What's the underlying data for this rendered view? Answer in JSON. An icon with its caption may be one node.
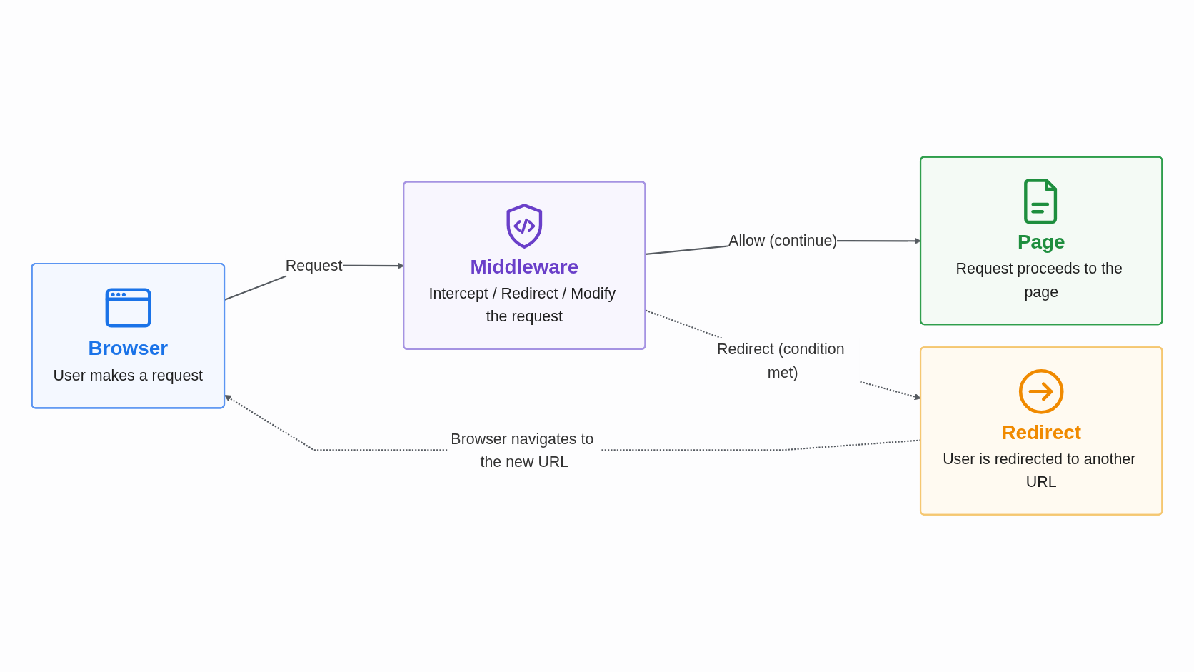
{
  "diagram": {
    "nodes": [
      {
        "text": [
          "Browser",
          "User makes a request"
        ]
      },
      {
        "text": [
          "Middleware",
          "Intercept / Redirect / Modify the request"
        ]
      },
      {
        "text": [
          "Page",
          "Request proceeds to the page"
        ]
      },
      {
        "text": [
          "Redirect",
          "User is redirected to another URL"
        ]
      }
    ],
    "edges": [
      {
        "from": 0,
        "to": 1,
        "arrow": "to",
        "label": "Request"
      },
      {
        "from": 1,
        "to": 2,
        "arrow": "to",
        "label": "Allow (continue)"
      },
      {
        "from": 1,
        "to": 3,
        "arrow": "to",
        "label": "Redirect (condition met)",
        "style": "dashed"
      },
      {
        "from": 3,
        "to": 0,
        "arrow": "to",
        "label": "Browser navigates to the new URL",
        "style": "dashed"
      }
    ]
  }
}
